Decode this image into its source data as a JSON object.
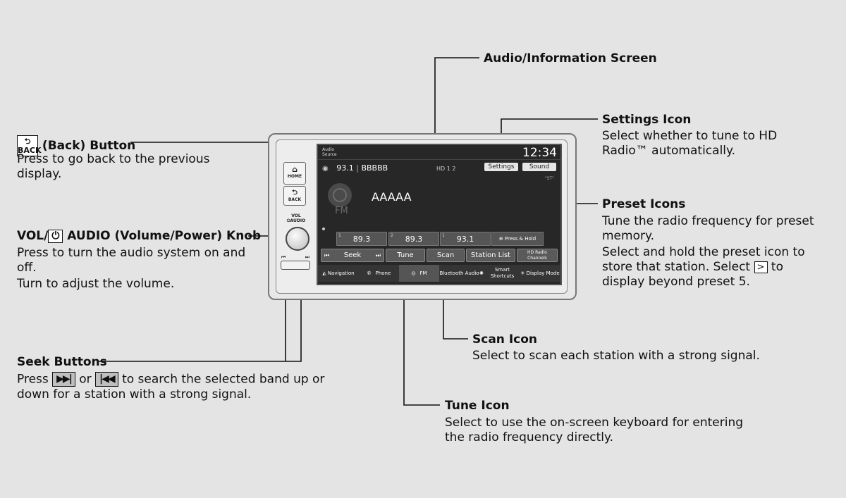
{
  "callouts": {
    "audio_screen": {
      "title": "Audio/Information Screen"
    },
    "settings_icon": {
      "title": "Settings Icon",
      "desc": "Select whether to tune to HD Radio™ automatically."
    },
    "back_button": {
      "icon_label": "BACK",
      "title": "(Back) Button",
      "desc": "Press to go back to the previous display."
    },
    "preset_icons": {
      "title": "Preset Icons",
      "desc1": "Tune the radio frequency for preset memory.",
      "desc2_before": "Select and hold the preset icon to store that station. Select",
      "key": ">",
      "desc2_after": "to display beyond preset 5."
    },
    "vol_knob": {
      "title_prefix": "VOL/",
      "power_icon": "⏻",
      "title_suffix": "AUDIO (Volume/Power) Knob",
      "desc1": "Press to turn the audio system on and off.",
      "desc2": "Turn to adjust the volume."
    },
    "scan_icon": {
      "title": "Scan Icon",
      "desc": "Select to scan each station with a strong signal."
    },
    "seek_buttons": {
      "title": "Seek Buttons",
      "press": "Press",
      "next_key": "▶▶|",
      "or": "or",
      "prev_key": "|◀◀",
      "desc": "to search the selected band up or down for a station with a strong signal."
    },
    "tune_icon": {
      "title": "Tune Icon",
      "desc": "Select to use the on-screen keyboard for entering the radio frequency directly."
    }
  },
  "head_unit": {
    "home_button": {
      "icon": "⌂",
      "label": "HOME"
    },
    "back_button": {
      "icon": "⮌",
      "label": "BACK"
    },
    "knob_label_top": "VOL",
    "knob_label_bottom": "⏻AUDIO",
    "seek_prev": "⏮",
    "seek_next": "⏭",
    "screen": {
      "audio_source": "Audio\nSource",
      "clock": "12:34",
      "station_freq": "93.1",
      "station_name": "BBBBB",
      "hd_channels": "HD 1 2",
      "settings_btn": "Settings",
      "sound_btn": "Sound",
      "st_indicator": "\"ST\"",
      "band_logo": "FM",
      "song_title": "AAAAA",
      "presets": [
        {
          "num": "1",
          "freq": "89.3"
        },
        {
          "num": "2",
          "freq": "89.3"
        },
        {
          "num": "1",
          "freq": "93.1"
        }
      ],
      "press_hold": "⊕ Press & Hold",
      "controls": {
        "seek": "Seek",
        "seek_prev": "⏮",
        "seek_next": "⏭",
        "tune": "Tune",
        "scan": "Scan",
        "station_list": "Station List",
        "hd_radio_channels": "HD Radio Channels"
      },
      "bottom_bar": {
        "navigation": "Navigation",
        "phone": "Phone",
        "fm": "FM",
        "bluetooth_audio": "Bluetooth Audio",
        "smart_shortcuts": "Smart Shortcuts",
        "display_mode": "Display Mode"
      }
    }
  },
  "colors": {
    "background": "#e3e4e3",
    "screen": "#272727",
    "line": "#111111"
  }
}
